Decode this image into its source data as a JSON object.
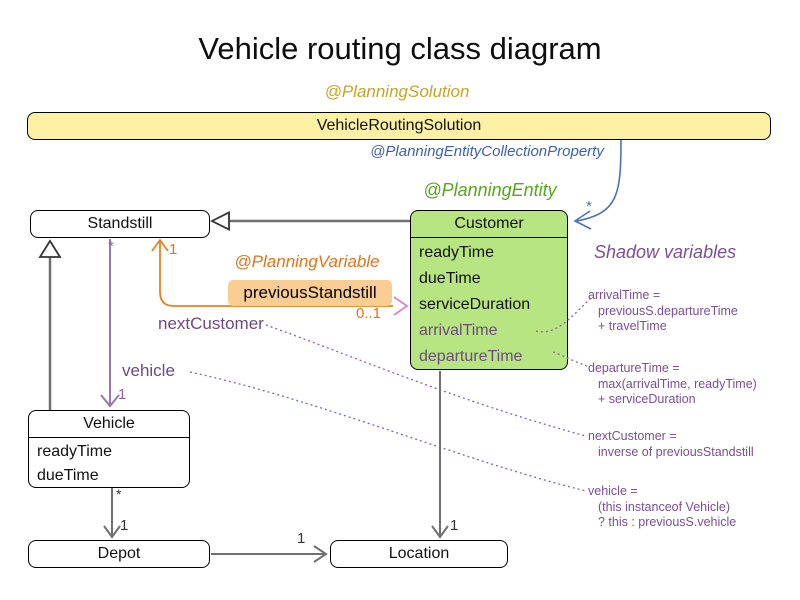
{
  "title": "Vehicle routing class diagram",
  "annotations": {
    "planning_solution": "@PlanningSolution",
    "planning_entity_collection_property": "@PlanningEntityCollectionProperty",
    "planning_entity": "@PlanningEntity",
    "planning_variable": "@PlanningVariable"
  },
  "classes": {
    "solution": {
      "name": "VehicleRoutingSolution"
    },
    "standstill": {
      "name": "Standstill"
    },
    "customer": {
      "name": "Customer",
      "fields": [
        {
          "text": "readyTime",
          "kind": "genuine"
        },
        {
          "text": "dueTime",
          "kind": "genuine"
        },
        {
          "text": "serviceDuration",
          "kind": "genuine"
        },
        {
          "text": "arrivalTime",
          "kind": "shadow"
        },
        {
          "text": "departureTime",
          "kind": "shadow"
        }
      ]
    },
    "vehicle": {
      "name": "Vehicle",
      "fields": [
        "readyTime",
        "dueTime"
      ]
    },
    "depot": {
      "name": "Depot"
    },
    "location": {
      "name": "Location"
    }
  },
  "labels": {
    "previous_standstill": "previousStandstill",
    "next_customer": "nextCustomer",
    "vehicle_ref": "vehicle"
  },
  "shadow": {
    "heading": "Shadow variables",
    "notes": [
      {
        "lines": [
          "arrivalTime =",
          "previousS.departureTime",
          "+ travelTime"
        ]
      },
      {
        "lines": [
          "departureTime =",
          "max(arrivalTime, readyTime)",
          "+ serviceDuration"
        ]
      },
      {
        "lines": [
          "nextCustomer =",
          "inverse of previousStandstill"
        ]
      },
      {
        "lines": [
          "vehicle =",
          "(this instanceof Vehicle)",
          "? this : previousS.vehicle"
        ]
      }
    ]
  },
  "multiplicities": {
    "solution_customer": "*",
    "standstill_vehicle_many": "*",
    "previous_standstill_one": "1",
    "vehicle_one": "1",
    "previous_standstill_range": "0..1",
    "vehicle_depot_many": "*",
    "depot_one": "1",
    "depot_location_one": "1",
    "customer_location_one": "1"
  },
  "colors": {
    "solution_fill": "#fbf0a4",
    "entity_fill": "#b7e582",
    "variable_highlight": "#facd92",
    "gold_text": "#c6a427",
    "blue_text": "#3c62ac",
    "green_text": "#56a71f",
    "orange_text": "#e2741b",
    "purple_text": "#6e4a80",
    "note_purple": "#7b4e96",
    "line_gray": "#707070"
  }
}
